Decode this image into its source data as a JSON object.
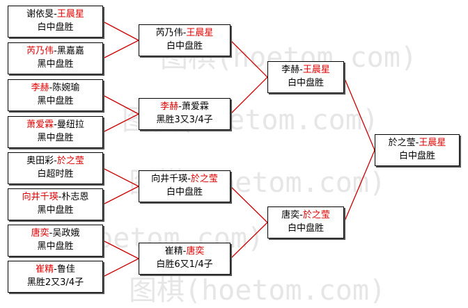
{
  "watermark": "图棋(hoetom.com)",
  "colors": {
    "line": "#cc0000",
    "highlight": "#e00000",
    "text": "#000000",
    "border": "#000000"
  },
  "rounds": [
    [
      {
        "p1": "谢依旻",
        "p2": "王晨星",
        "win": 2,
        "result": "白中盘胜"
      },
      {
        "p1": "芮乃伟",
        "p2": "黑嘉嘉",
        "win": 1,
        "result": "黑中盘胜"
      },
      {
        "p1": "李赫",
        "p2": "陈婉瑜",
        "win": 1,
        "result": "黑中盘胜"
      },
      {
        "p1": "萧爱霖",
        "p2": "曼纽拉",
        "win": 1,
        "result": "黑中盘胜"
      },
      {
        "p1": "奥田彩",
        "p2": "於之莹",
        "win": 2,
        "result": "白超时胜"
      },
      {
        "p1": "向井千瑛",
        "p2": "朴志恩",
        "win": 1,
        "result": "黑中盘胜"
      },
      {
        "p1": "唐奕",
        "p2": "吴政娥",
        "win": 1,
        "result": "黑中盘胜"
      },
      {
        "p1": "崔精",
        "p2": "鲁佳",
        "win": 1,
        "result": "黑胜2又3/4子"
      }
    ],
    [
      {
        "p1": "芮乃伟",
        "p2": "王晨星",
        "win": 2,
        "result": "白中盘胜"
      },
      {
        "p1": "李赫",
        "p2": "萧爱霖",
        "win": 1,
        "result": "黑胜3又3/4子"
      },
      {
        "p1": "向井千瑛",
        "p2": "於之莹",
        "win": 2,
        "result": "白中盘胜"
      },
      {
        "p1": "崔精",
        "p2": "唐奕",
        "win": 2,
        "result": "白胜6又1/4子"
      }
    ],
    [
      {
        "p1": "李赫",
        "p2": "王晨星",
        "win": 2,
        "result": "白中盘胜"
      },
      {
        "p1": "唐奕",
        "p2": "於之莹",
        "win": 2,
        "result": "白中盘胜"
      }
    ],
    [
      {
        "p1": "於之莹",
        "p2": "王晨星",
        "win": 2,
        "result": "白中盘胜"
      }
    ]
  ]
}
